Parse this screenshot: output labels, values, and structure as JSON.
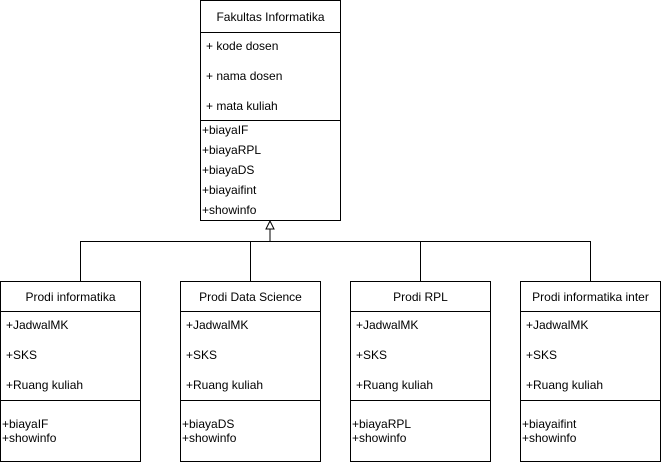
{
  "parent": {
    "name": "Fakultas Informatika",
    "attributes": [
      "+ kode dosen",
      "+ nama dosen",
      "+ mata kuliah"
    ],
    "methods": [
      "+biayaIF",
      "+biayaRPL",
      "+biayaDS",
      "+biayaifint",
      "+showinfo"
    ]
  },
  "children": [
    {
      "name": "Prodi informatika",
      "attributes": [
        "+JadwalMK",
        "+SKS",
        "+Ruang kuliah"
      ],
      "methods": [
        "+biayaIF",
        "+showinfo"
      ]
    },
    {
      "name": "Prodi Data Science",
      "attributes": [
        "+JadwalMK",
        "+SKS",
        "+Ruang kuliah"
      ],
      "methods": [
        "+biayaDS",
        "+showinfo"
      ]
    },
    {
      "name": "Prodi RPL",
      "attributes": [
        "+JadwalMK",
        "+SKS",
        "+Ruang kuliah"
      ],
      "methods": [
        "+biayaRPL",
        "+showinfo"
      ]
    },
    {
      "name": "Prodi informatika inter",
      "attributes": [
        "+JadwalMK",
        "+SKS",
        "+Ruang kuliah"
      ],
      "methods": [
        "+biayaifint",
        "+showinfo"
      ]
    }
  ]
}
